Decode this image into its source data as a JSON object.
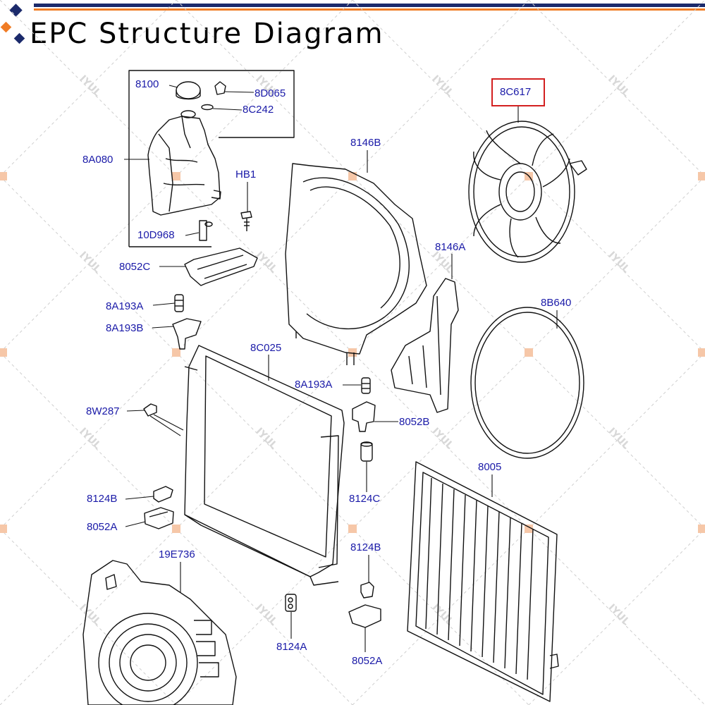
{
  "title": "EPC Structure Diagram",
  "watermark": "IYUL",
  "colors": {
    "label": "#1a1aa8",
    "highlight": "#d32020",
    "topbar_navy": "#1b2a6b",
    "topbar_orange": "#f07c25",
    "line": "#111111"
  },
  "parts": {
    "p8100": "8100",
    "p8D065": "8D065",
    "p8C242": "8C242",
    "p8A080": "8A080",
    "p10D968": "10D968",
    "pHB1": "HB1",
    "p8052C": "8052C",
    "p8146B": "8146B",
    "p8C617": "8C617",
    "p8146A": "8146A",
    "p8A193A_1": "8A193A",
    "p8A193B": "8A193B",
    "p8B640": "8B640",
    "p8C025": "8C025",
    "p8A193A_2": "8A193A",
    "p8W287": "8W287",
    "p8052B_1": "8052B",
    "p8005": "8005",
    "p8124B_1": "8124B",
    "p8124C": "8124C",
    "p8052A_1": "8052A",
    "p19E736": "19E736",
    "p8124B_2": "8124B",
    "p8124A": "8124A",
    "p8052A_2": "8052A"
  },
  "highlighted_part": "8C617"
}
